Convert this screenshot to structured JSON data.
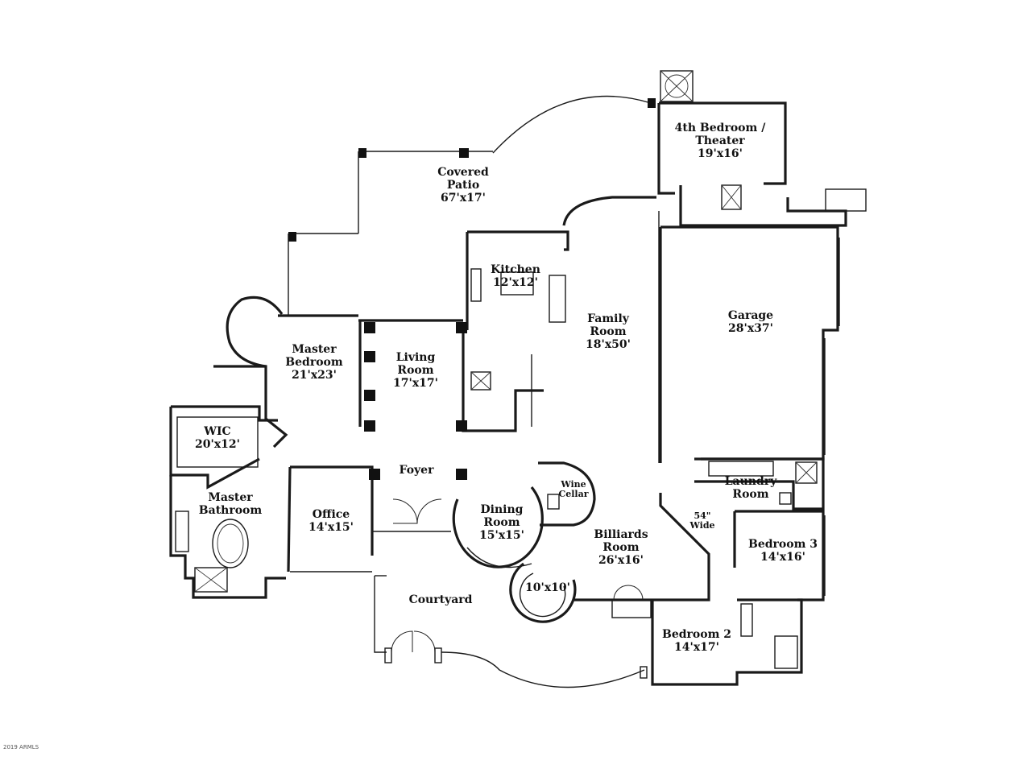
{
  "rooms": {
    "covered_patio": {
      "name": "Covered\nPatio",
      "dims": "67'x17'"
    },
    "fourth_bedroom": {
      "name": "4th Bedroom /\nTheater",
      "dims": "19'x16'"
    },
    "kitchen": {
      "name": "Kitchen",
      "dims": "12'x12'"
    },
    "family_room": {
      "name": "Family\nRoom",
      "dims": "18'x50'"
    },
    "garage": {
      "name": "Garage",
      "dims": "28'x37'"
    },
    "master_bedroom": {
      "name": "Master\nBedroom",
      "dims": "21'x23'"
    },
    "living_room": {
      "name": "Living\nRoom",
      "dims": "17'x17'"
    },
    "wic": {
      "name": "WIC",
      "dims": "20'x12'"
    },
    "foyer": {
      "name": "Foyer",
      "dims": ""
    },
    "wine_cellar": {
      "name": "Wine\nCellar",
      "dims": ""
    },
    "laundry": {
      "name": "Laundry\nRoom",
      "dims": ""
    },
    "master_bath": {
      "name": "Master\nBathroom",
      "dims": ""
    },
    "office": {
      "name": "Office",
      "dims": "14'x15'"
    },
    "dining_room": {
      "name": "Dining\nRoom",
      "dims": "15'x15'"
    },
    "hall_54": {
      "name": "54\"\nWide",
      "dims": ""
    },
    "bedroom3": {
      "name": "Bedroom 3",
      "dims": "14'x16'"
    },
    "billiards": {
      "name": "Billiards\nRoom",
      "dims": "26'x16'"
    },
    "round_room": {
      "name": "10'x10'",
      "dims": ""
    },
    "courtyard": {
      "name": "Courtyard",
      "dims": ""
    },
    "bedroom2": {
      "name": "Bedroom 2",
      "dims": "14'x17'"
    }
  },
  "copyright": "2019 ARMLS"
}
